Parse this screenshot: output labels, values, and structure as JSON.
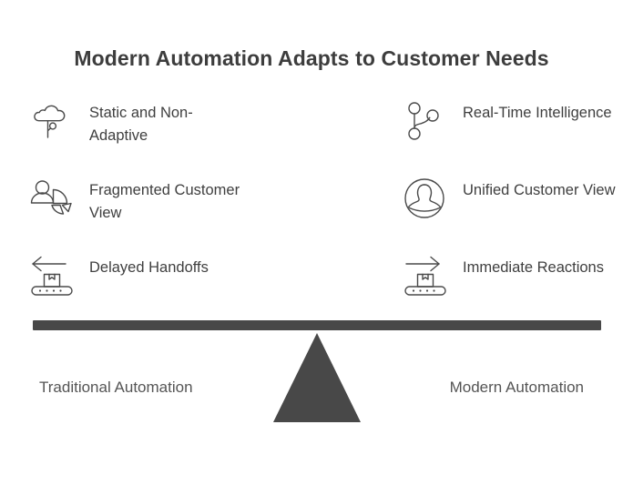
{
  "title": "Modern Automation Adapts to Customer Needs",
  "colors": {
    "background": "#ffffff",
    "title_text": "#3d3d3d",
    "feature_text": "#3f3f3f",
    "base_label_text": "#555555",
    "seesaw_bar": "#484848",
    "fulcrum": "#484848",
    "icon_stroke": "#4a4a4a"
  },
  "left_column": {
    "side_label": "Traditional Automation",
    "features": [
      {
        "icon": "cloud-tree-icon",
        "label": "Static and Non-Adaptive"
      },
      {
        "icon": "fragmented-pie-person-icon",
        "label": "Fragmented Customer View"
      },
      {
        "icon": "conveyor-left-arrow-icon",
        "label": "Delayed Handoffs"
      }
    ]
  },
  "right_column": {
    "side_label": "Modern Automation",
    "features": [
      {
        "icon": "node-network-icon",
        "label": "Real-Time Intelligence"
      },
      {
        "icon": "person-circle-icon",
        "label": "Unified Customer View"
      },
      {
        "icon": "conveyor-right-arrow-icon",
        "label": "Immediate Reactions"
      }
    ]
  },
  "seesaw": {
    "bar_name": "balance-bar",
    "fulcrum_name": "fulcrum-triangle"
  }
}
